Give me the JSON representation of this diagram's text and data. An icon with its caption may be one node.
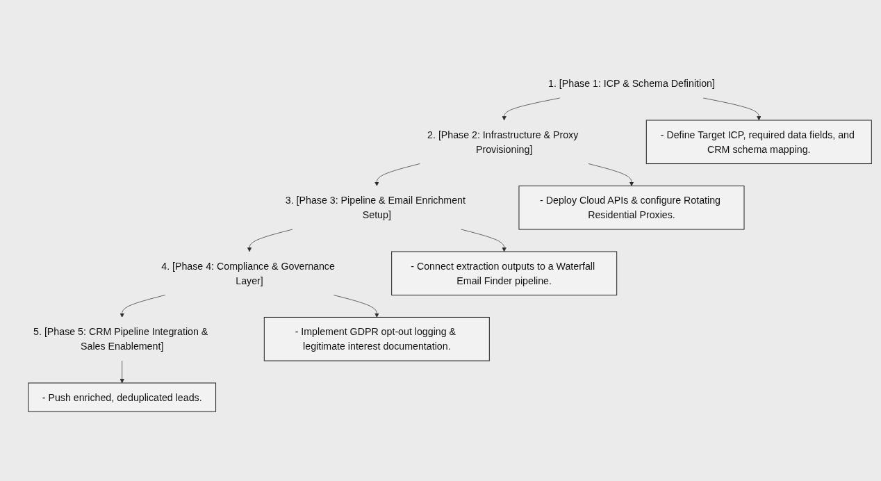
{
  "diagram": {
    "nodes": [
      {
        "text": [
          "1. [Phase 1: ICP & Schema Definition]"
        ]
      },
      {
        "text": [
          "- Define Target ICP, required data fields, and CRM schema mapping."
        ]
      },
      {
        "text": [
          "2. [Phase 2: Infrastructure & Proxy Provisioning]"
        ]
      },
      {
        "text": [
          "- Deploy Cloud APIs & configure Rotating Residential Proxies."
        ]
      },
      {
        "text": [
          "3. [Phase 3: Pipeline & Email Enrichment Setup]"
        ]
      },
      {
        "text": [
          "- Connect extraction outputs to a Waterfall Email Finder pipeline."
        ]
      },
      {
        "text": [
          "4. [Phase 4: Compliance & Governance Layer]"
        ]
      },
      {
        "text": [
          "- Implement GDPR opt-out logging & legitimate interest documentation."
        ]
      },
      {
        "text": [
          "5. [Phase 5: CRM Pipeline Integration & Sales Enablement]"
        ]
      },
      {
        "text": [
          "- Push enriched, deduplicated leads."
        ]
      }
    ],
    "edges": [
      {
        "from": 0,
        "to": 1,
        "arrow": "to"
      },
      {
        "from": 0,
        "to": 2,
        "arrow": "to"
      },
      {
        "from": 2,
        "to": 3,
        "arrow": "to"
      },
      {
        "from": 2,
        "to": 4,
        "arrow": "to"
      },
      {
        "from": 4,
        "to": 5,
        "arrow": "to"
      },
      {
        "from": 4,
        "to": 6,
        "arrow": "to"
      },
      {
        "from": 6,
        "to": 7,
        "arrow": "to"
      },
      {
        "from": 6,
        "to": 8,
        "arrow": "to"
      },
      {
        "from": 8,
        "to": 9,
        "arrow": "to"
      }
    ]
  }
}
